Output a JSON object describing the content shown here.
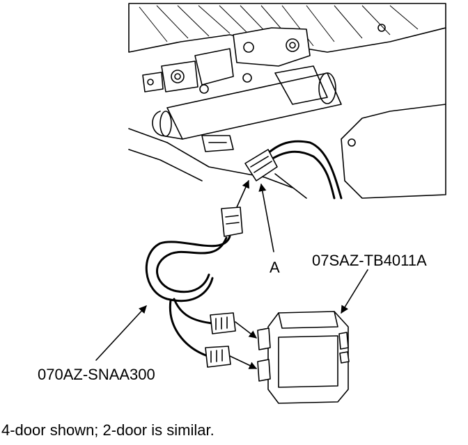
{
  "callouts": {
    "connector": "A",
    "module_part": "07SAZ-TB4011A",
    "harness_part": "070AZ-SNAA300"
  },
  "caption": "4-door shown; 2-door is similar."
}
